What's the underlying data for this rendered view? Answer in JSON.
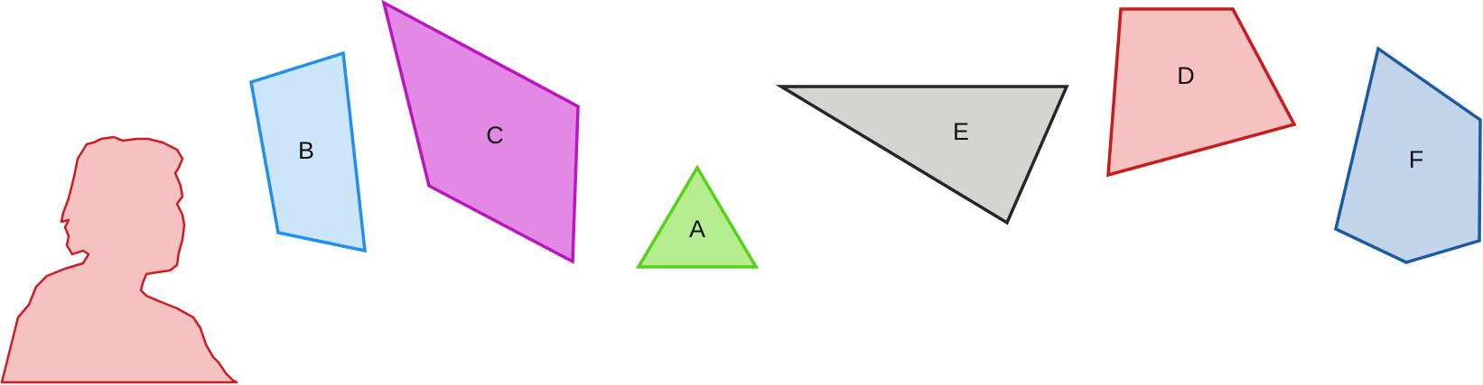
{
  "shapes": {
    "a": {
      "label": "A",
      "fill": "#b5ed8f",
      "stroke": "#55d11c"
    },
    "b": {
      "label": "B",
      "fill": "#cce5fb",
      "stroke": "#218fef"
    },
    "c": {
      "label": "C",
      "fill": "#e288e5",
      "stroke": "#bb15c2"
    },
    "d": {
      "label": "D",
      "fill": "#f5c2c1",
      "stroke": "#c81c1c"
    },
    "e": {
      "label": "E",
      "fill": "#d4d4d0",
      "stroke": "#262626"
    },
    "f": {
      "label": "F",
      "fill": "#c2d4ea",
      "stroke": "#1c5aa3"
    }
  },
  "silhouette": {
    "fill": "#f5c2c1",
    "stroke": "#cc1c24"
  }
}
